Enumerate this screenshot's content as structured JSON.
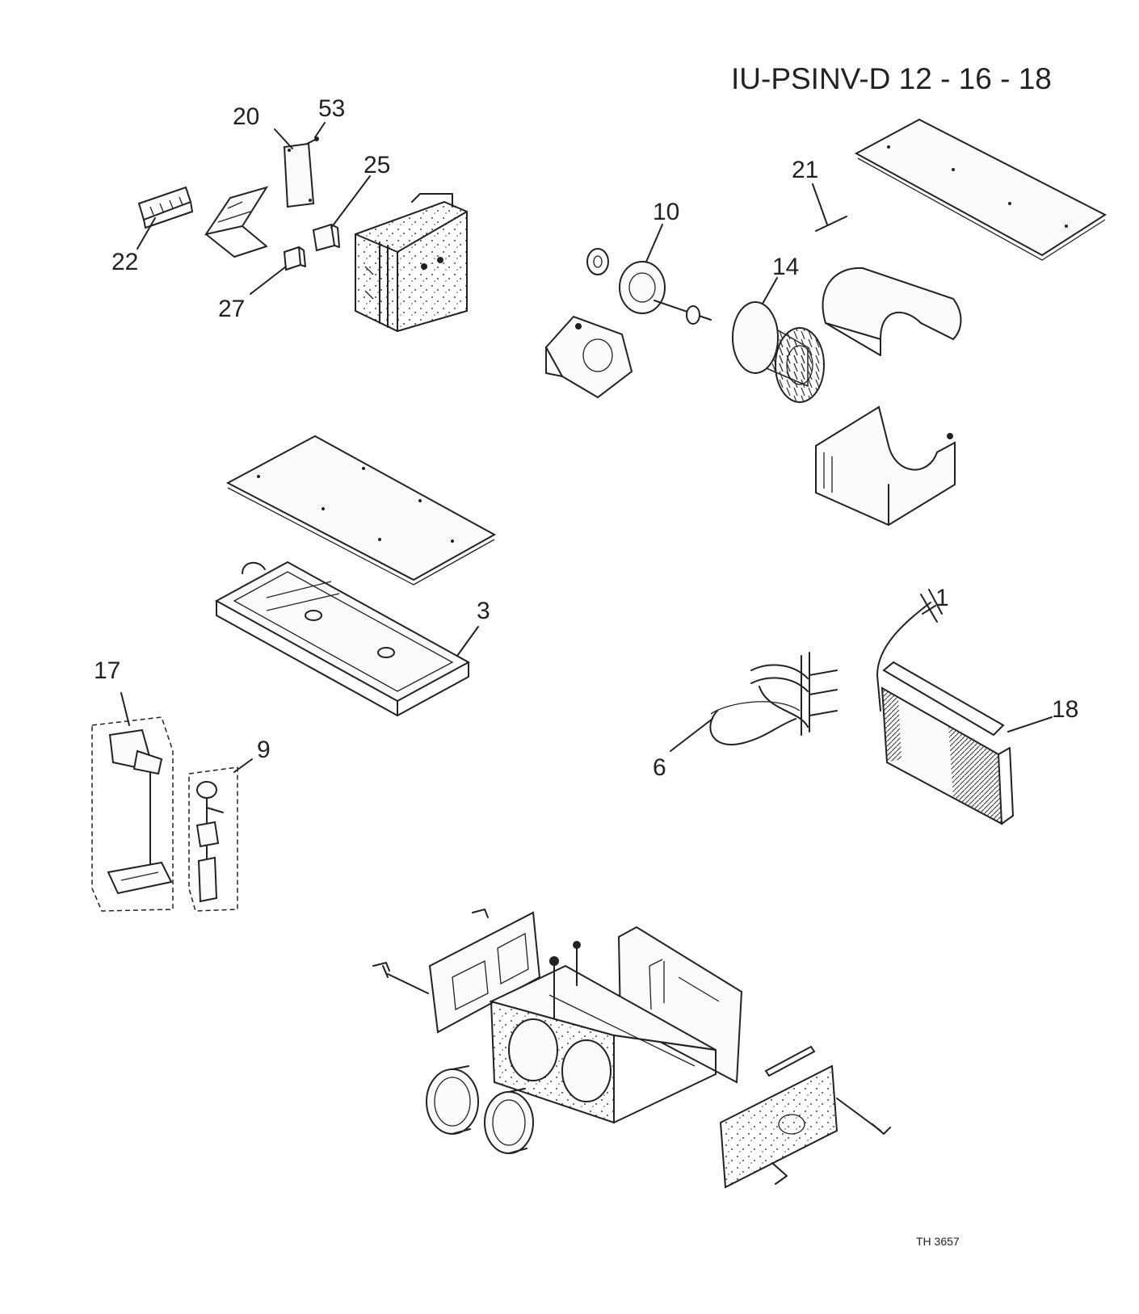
{
  "title": "IU-PSINV-D 12 - 16 - 18",
  "drawing_code": "TH 3657",
  "callouts": {
    "c20": "20",
    "c53": "53",
    "c25": "25",
    "c22": "22",
    "c27": "27",
    "c21": "21",
    "c10": "10",
    "c14": "14",
    "c3": "3",
    "c17": "17",
    "c9": "9",
    "c1": "1",
    "c18": "18",
    "c6": "6"
  }
}
